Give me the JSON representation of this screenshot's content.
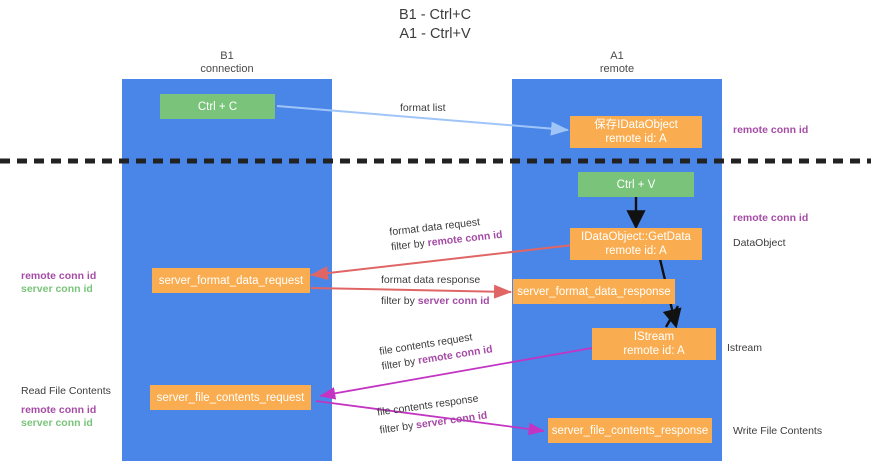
{
  "title": "B1 - Ctrl+C\nA1 - Ctrl+V",
  "lanes": {
    "left": {
      "head": "B1\nconnection"
    },
    "right": {
      "head": "A1\nremote"
    }
  },
  "colors": {
    "lane": "#4a86e8",
    "green_node": "#79c47a",
    "orange_node": "#f9ad50",
    "purple_text": "#a64ca6",
    "green_text": "#79c47a",
    "arrow_blue": "#9fc5f8",
    "arrow_red": "#e06666",
    "arrow_magenta": "#c334c3",
    "arrow_black": "#111111",
    "divider": "#222222"
  },
  "nodes": {
    "ctrl_c": {
      "line1": "Ctrl + C",
      "line2": ""
    },
    "save_idataobject": {
      "line1": "保存IDataObject",
      "line2": "remote id: A"
    },
    "ctrl_v": {
      "line1": "Ctrl + V",
      "line2": ""
    },
    "getdata": {
      "line1": "IDataObject::GetData",
      "line2": "remote id: A"
    },
    "server_format_data_request": {
      "line1": "server_format_data_request",
      "line2": ""
    },
    "server_format_data_response": {
      "line1": "server_format_data_response",
      "line2": ""
    },
    "istream": {
      "line1": "IStream",
      "line2": "remote id: A"
    },
    "server_file_contents_request": {
      "line1": "server_file_contents_request",
      "line2": ""
    },
    "server_file_contents_response": {
      "line1": "server_file_contents_response",
      "line2": ""
    }
  },
  "edge_labels": {
    "format_list": "format list",
    "format_data_request": "format data request",
    "format_data_request_filter_prefix": "filter by ",
    "format_data_request_filter_key": "remote conn id",
    "format_data_response": "format data response",
    "format_data_response_filter_prefix": "filter by ",
    "format_data_response_filter_key": "server conn id",
    "file_contents_request": "file contents request",
    "file_contents_request_filter_prefix": "filter by ",
    "file_contents_request_filter_key": "remote conn id",
    "file_contents_response": "file contents response",
    "file_contents_response_filter_prefix": "filter by ",
    "file_contents_response_filter_key": "server conn id"
  },
  "annotations": {
    "right_remote_conn_id_top": "remote conn id",
    "right_remote_conn_id_mid": "remote conn id",
    "right_dataobject": "DataObject",
    "right_istream": "Istream",
    "right_write_file_contents": "Write File Contents",
    "left_remote_conn_id": "remote conn id",
    "left_server_conn_id": "server conn id",
    "left_read_file_contents": "Read File Contents",
    "left_bottom_remote_conn_id": "remote conn id",
    "left_bottom_server_conn_id": "server conn id"
  }
}
